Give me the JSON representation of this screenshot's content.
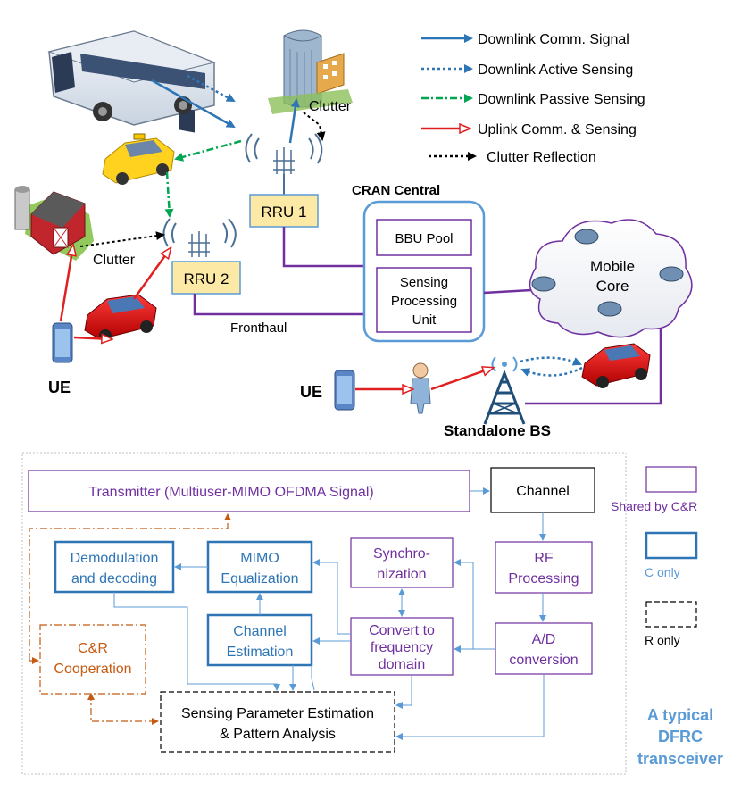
{
  "legend": {
    "downlink_comm": "Downlink Comm. Signal",
    "downlink_active": "Downlink Active Sensing",
    "downlink_passive": "Downlink Passive Sensing",
    "uplink": "Uplink Comm. & Sensing",
    "clutter_reflection": "Clutter Reflection"
  },
  "network": {
    "clutter_top": "Clutter",
    "clutter_left": "Clutter",
    "rru1": "RRU 1",
    "rru2": "RRU 2",
    "cran_title": "CRAN Central",
    "bbu_pool": "BBU Pool",
    "spu_line1": "Sensing",
    "spu_line2": "Processing",
    "spu_line3": "Unit",
    "fronthaul": "Fronthaul",
    "mobile_core_line1": "Mobile",
    "mobile_core_line2": "Core",
    "ue_left": "UE",
    "ue_right": "UE",
    "standalone_bs": "Standalone BS"
  },
  "transceiver": {
    "transmitter": "Transmitter (Multiuser-MIMO OFDMA Signal)",
    "channel": "Channel",
    "rf_line1": "RF",
    "rf_line2": "Processing",
    "ad_line1": "A/D",
    "ad_line2": "conversion",
    "sync_line1": "Synchro-",
    "sync_line2": "nization",
    "convert_line1": "Convert to",
    "convert_line2": "frequency",
    "convert_line3": "domain",
    "mimo_line1": "MIMO",
    "mimo_line2": "Equalization",
    "demod_line1": "Demodulation",
    "demod_line2": "and decoding",
    "chest_line1": "Channel",
    "chest_line2": "Estimation",
    "cr_line1": "C&R",
    "cr_line2": "Cooperation",
    "sensing_line1": "Sensing Parameter Estimation",
    "sensing_line2": "& Pattern Analysis"
  },
  "key": {
    "shared": "Shared by C&R",
    "c_only": "C only",
    "r_only": "R only",
    "caption_line1": "A typical",
    "caption_line2": "DFRC",
    "caption_line3": "transceiver"
  },
  "colors": {
    "blue": "#2e75b6",
    "purple": "#7030a0",
    "orange": "#c55a11",
    "red": "#e02020",
    "green": "#00a651",
    "yellow_box": "#fde9a6",
    "caption": "#5b9bd5"
  }
}
